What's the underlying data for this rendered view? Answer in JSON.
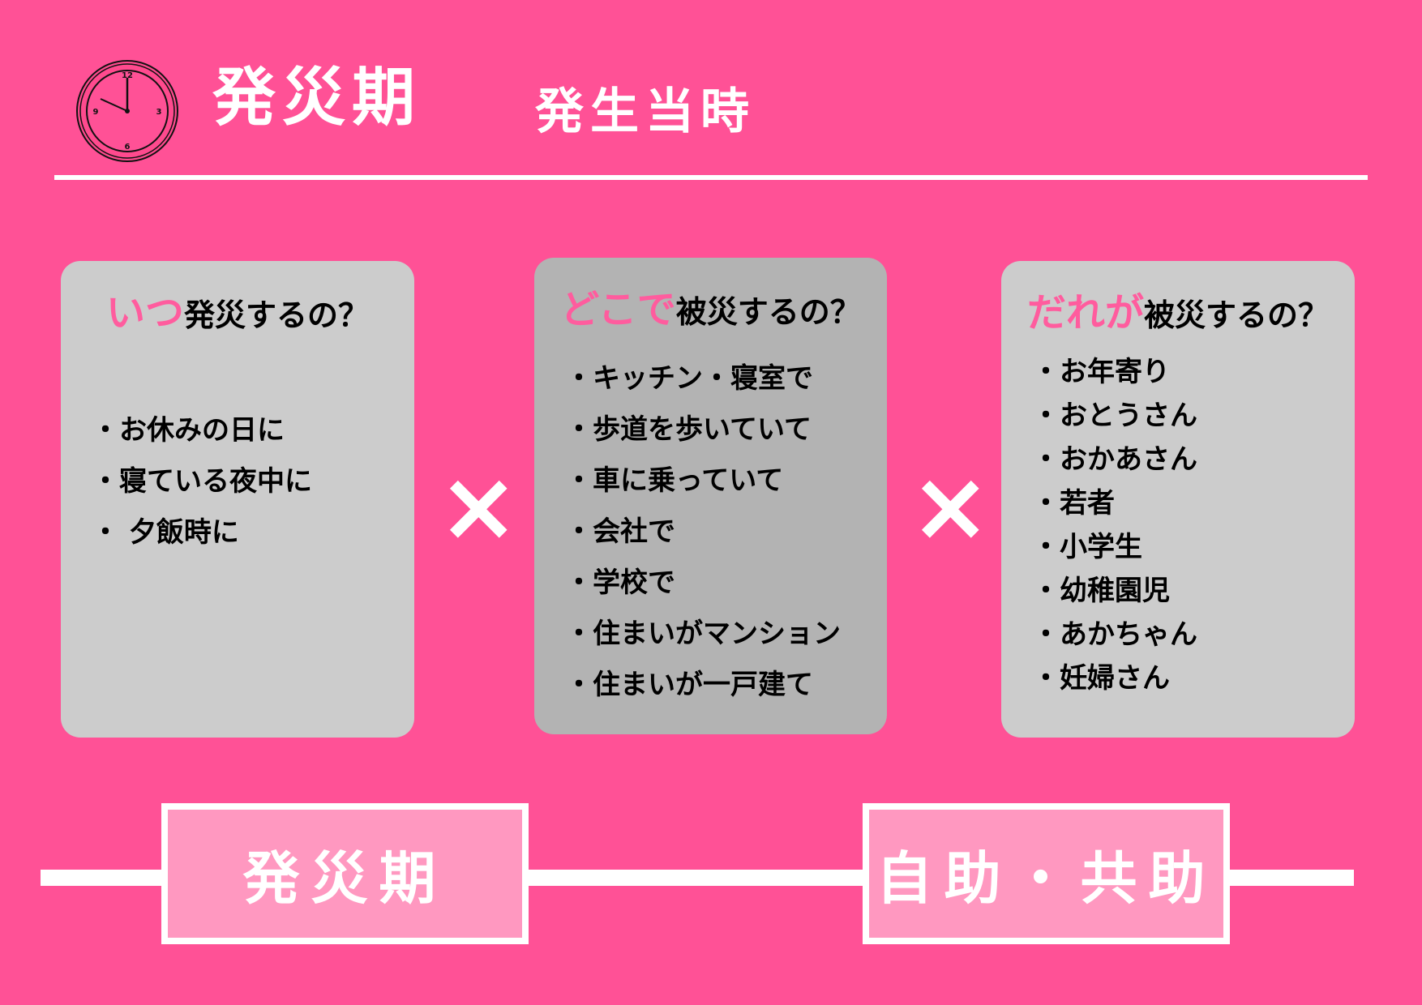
{
  "header": {
    "title": "発災期",
    "subtitle": "発生当時",
    "icon": "clock-icon"
  },
  "cards": [
    {
      "accent": "いつ",
      "rest": "発災するの？",
      "items": [
        "・お休みの日に",
        "・寝ている夜中に",
        "・ 夕飯時に"
      ]
    },
    {
      "accent": "どこで",
      "rest": "被災するの？",
      "items": [
        "・キッチン・寝室で",
        "・歩道を歩いていて",
        "・車に乗っていて",
        "・会社で",
        "・学校で",
        "・住まいがマンション",
        "・住まいが一戸建て"
      ]
    },
    {
      "accent": "だれが",
      "rest": "被災するの？",
      "items": [
        "・お年寄り",
        "・おとうさん",
        "・おかあさん",
        "・若者",
        "・小学生",
        "・幼稚園児",
        "・あかちゃん",
        "・妊婦さん"
      ]
    }
  ],
  "times_symbol": "×",
  "clock_numbers": [
    "12",
    "3",
    "6",
    "9"
  ],
  "footer": {
    "left": "発災期",
    "right": "自助・共助"
  },
  "colors": {
    "background": "#ff5196",
    "accent": "#ff5c9e",
    "card": "#cccccc",
    "card_mid": "#b3b3b3",
    "footer_box": "#ff98c0"
  }
}
